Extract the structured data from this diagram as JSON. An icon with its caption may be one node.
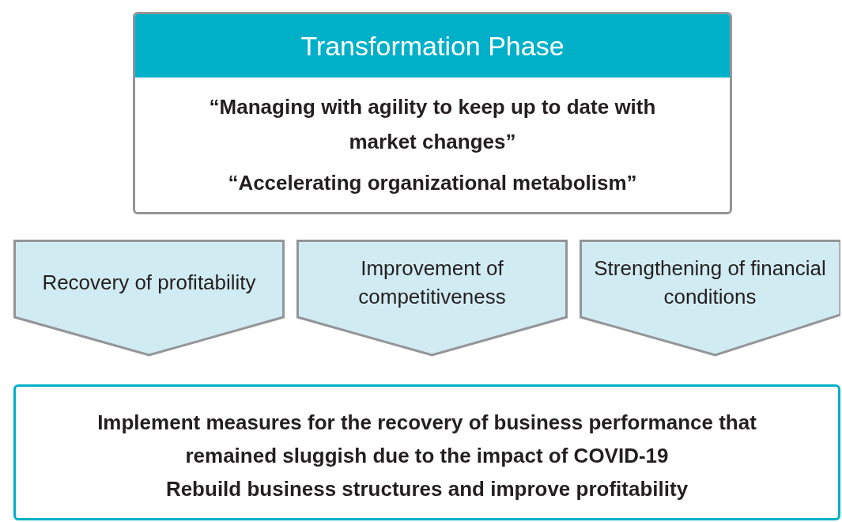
{
  "diagram": {
    "nodes": [
      {
        "text": [
          "Transformation Phase",
          "“Managing with agility to keep up to date with market changes”",
          "“Accelerating organizational metabolism”"
        ]
      },
      {
        "text": [
          "Recovery of profitability"
        ]
      },
      {
        "text": [
          "Improvement of competitiveness"
        ]
      },
      {
        "text": [
          "Strengthening of financial conditions"
        ]
      },
      {
        "text": [
          "Implement measures for the recovery of business performance that remained sluggish due to the impact of COVID-19",
          "Rebuild business structures and improve profitability"
        ]
      }
    ]
  }
}
